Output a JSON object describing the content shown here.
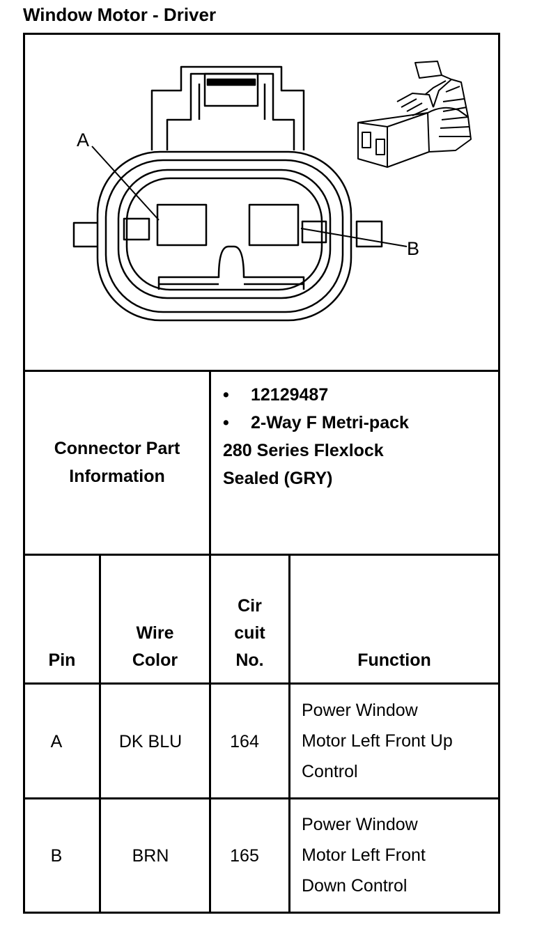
{
  "title": "Window Motor - Driver",
  "diagram": {
    "pin_label_a": "A",
    "pin_label_b": "B"
  },
  "connector_info": {
    "label_line1": "Connector Part",
    "label_line2": "Information",
    "bullet": "•",
    "part_number": "12129487",
    "description_line1": "2-Way F Metri-pack",
    "description_line2": "280 Series Flexlock",
    "description_line3": "Sealed (GRY)"
  },
  "table": {
    "headers": {
      "pin": "Pin",
      "wire_color_line1": "Wire",
      "wire_color_line2": "Color",
      "circuit_line1": "Cir",
      "circuit_line2": "cuit",
      "circuit_line3": "No.",
      "function": "Function"
    },
    "rows": [
      {
        "pin": "A",
        "wire_color": "DK BLU",
        "circuit": "164",
        "function_line1": "Power Window",
        "function_line2": "Motor Left Front Up",
        "function_line3": "Control"
      },
      {
        "pin": "B",
        "wire_color": "BRN",
        "circuit": "165",
        "function_line1": "Power Window",
        "function_line2": "Motor Left Front",
        "function_line3": "Down Control"
      }
    ]
  }
}
